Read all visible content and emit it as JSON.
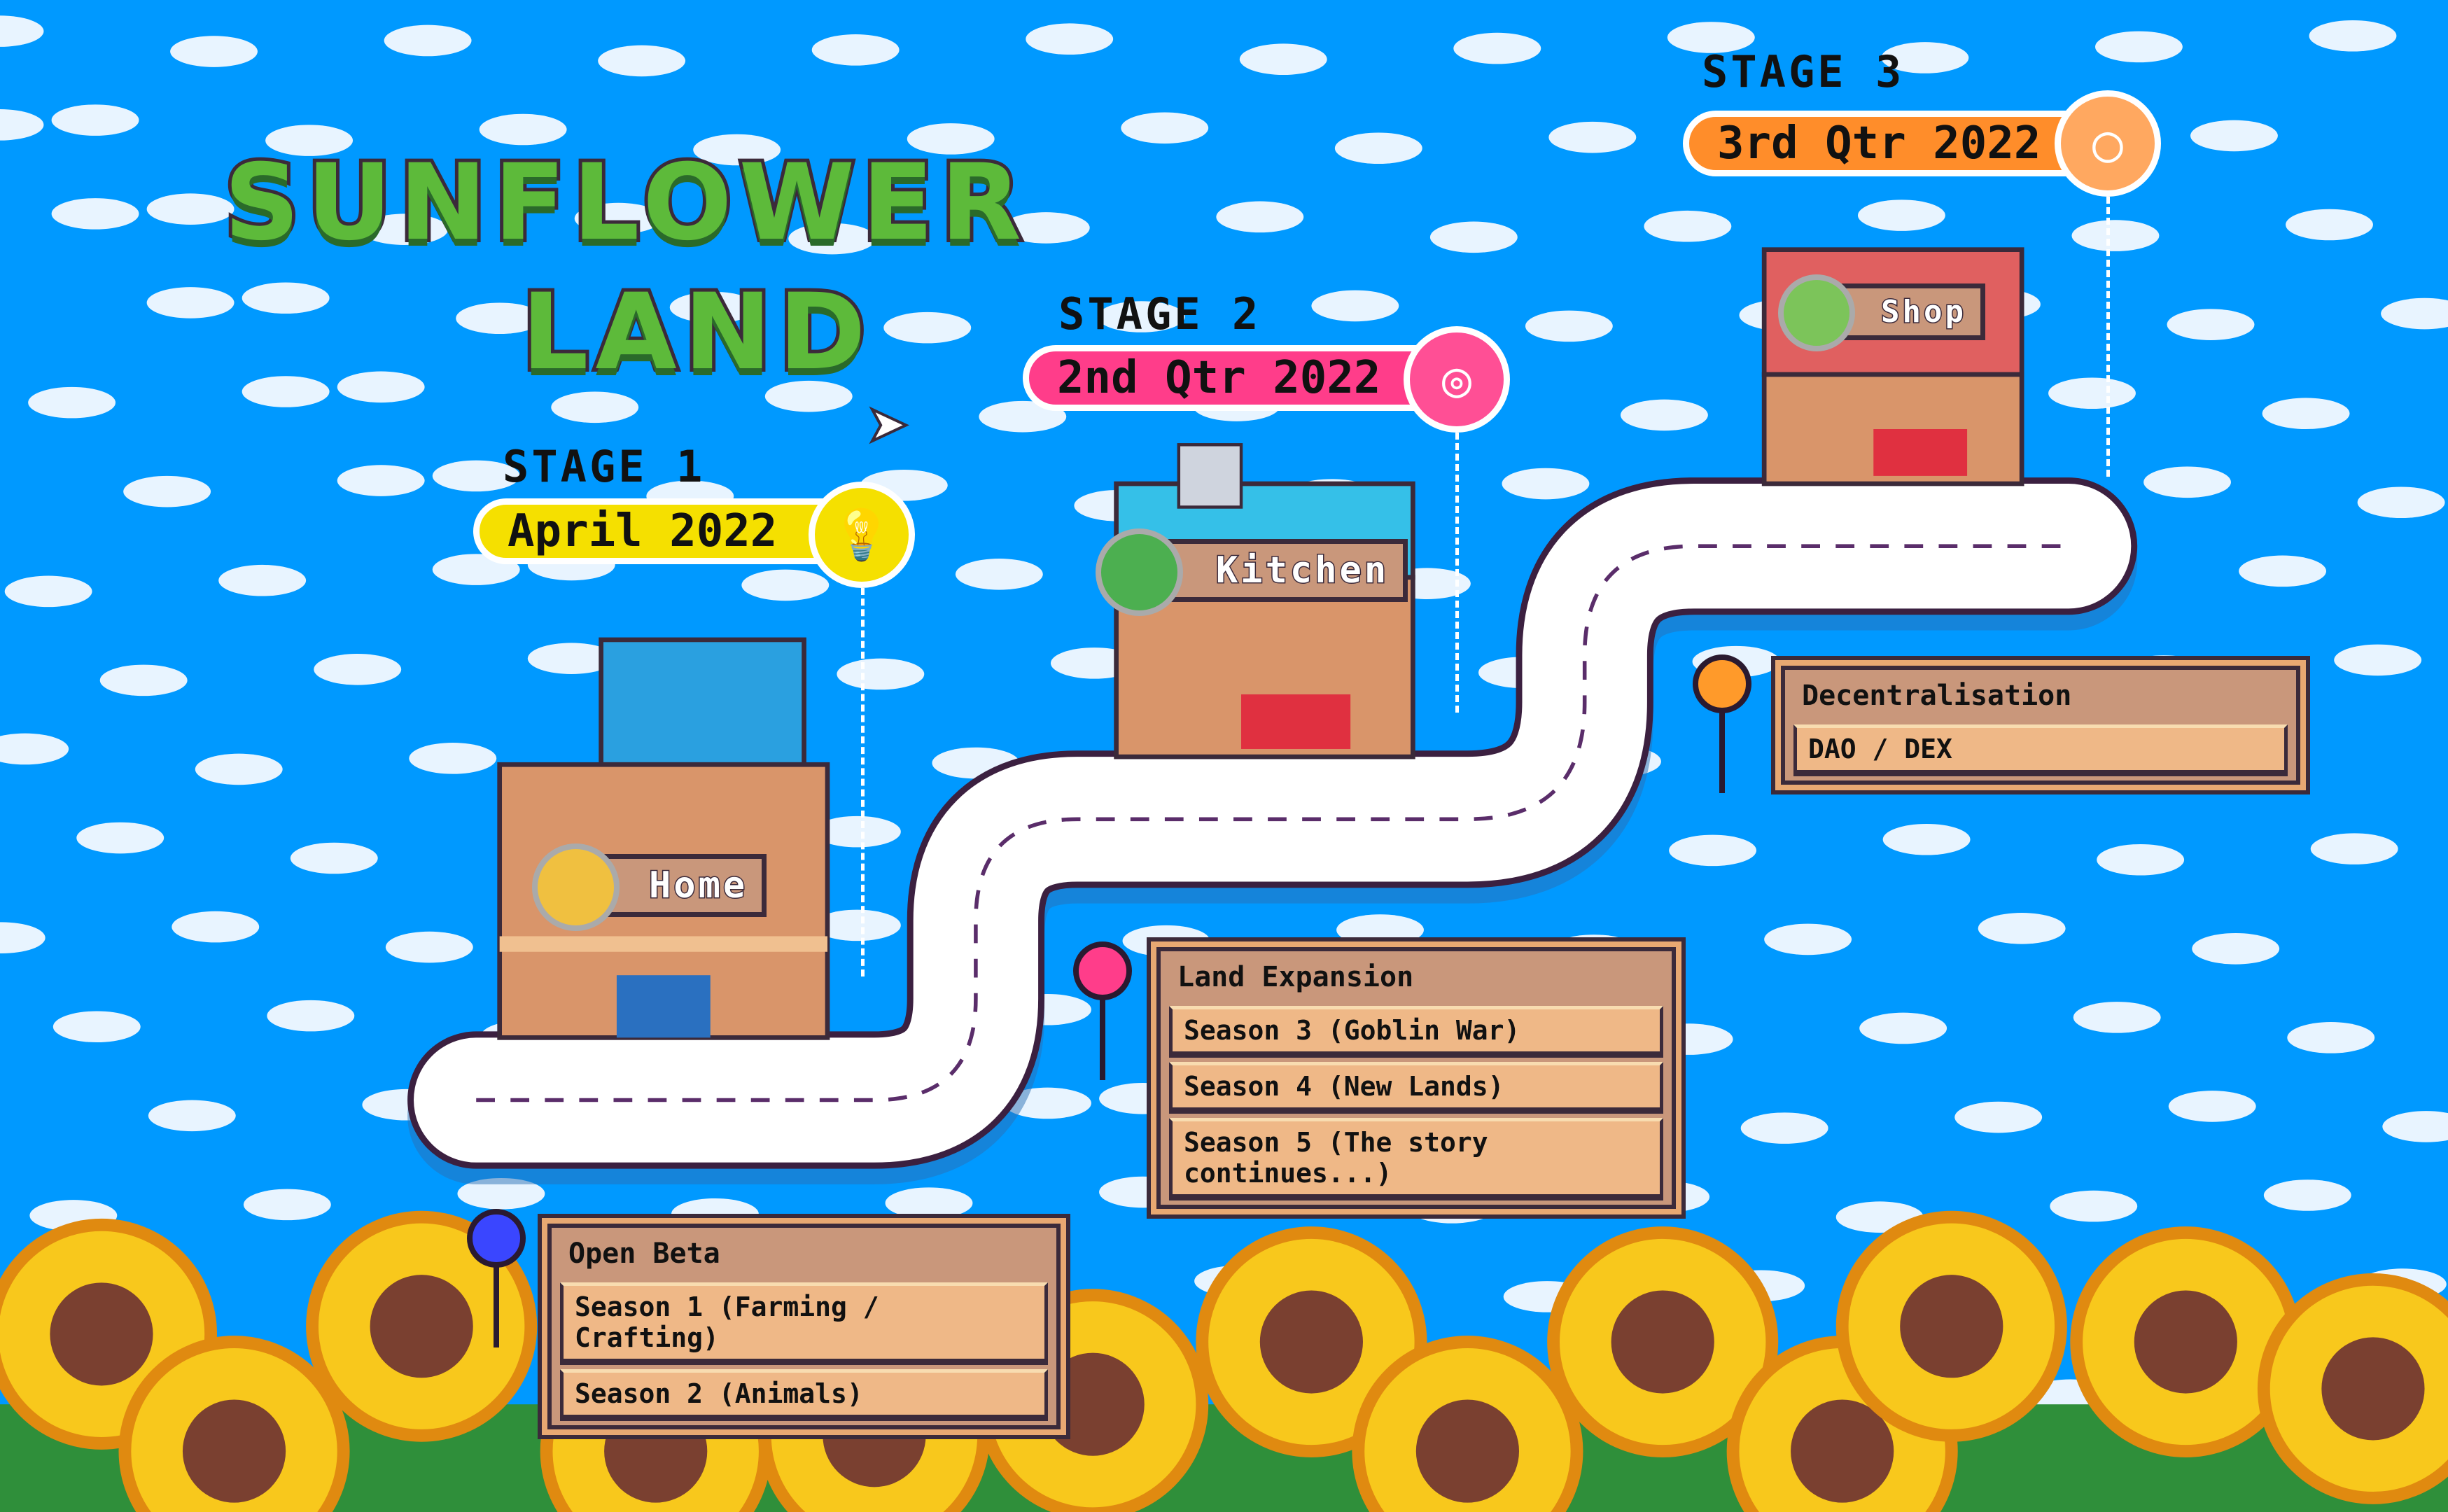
{
  "logo": {
    "line1": "SUNFLOWER",
    "line2": "LAND"
  },
  "stages": [
    {
      "label": "STAGE 1",
      "date": "April 2022",
      "icon": "lightbulb-icon",
      "color": "#f5e000",
      "circle_color": "#f5e000"
    },
    {
      "label": "STAGE 2",
      "date": "2nd Qtr 2022",
      "icon": "target-icon",
      "color": "#ff3d8a",
      "circle_color": "#ff4f95"
    },
    {
      "label": "STAGE 3",
      "date": "3rd Qtr 2022",
      "icon": "user-icon",
      "color": "#ff8d2a",
      "circle_color": "#ffa860"
    }
  ],
  "buildings": {
    "home": "Home",
    "kitchen": "Kitchen",
    "shop": "Shop"
  },
  "panels": [
    {
      "title": "Open Beta",
      "items": [
        "Season 1 (Farming / Crafting)",
        "Season 2 (Animals)"
      ],
      "pin_color": "#3a46ff"
    },
    {
      "title": "Land Expansion",
      "items": [
        "Season 3 (Goblin War)",
        "Season 4 (New Lands)",
        "Season 5 (The story continues...)"
      ],
      "pin_color": "#ff3d8a"
    },
    {
      "title": "Decentralisation",
      "items": [
        "DAO / DEX"
      ],
      "pin_color": "#ff9a2a"
    }
  ],
  "colors": {
    "sky": "#0099ff",
    "road": "#ffffff",
    "road_outline": "#3b2040",
    "road_dash": "#5a2d6a"
  }
}
